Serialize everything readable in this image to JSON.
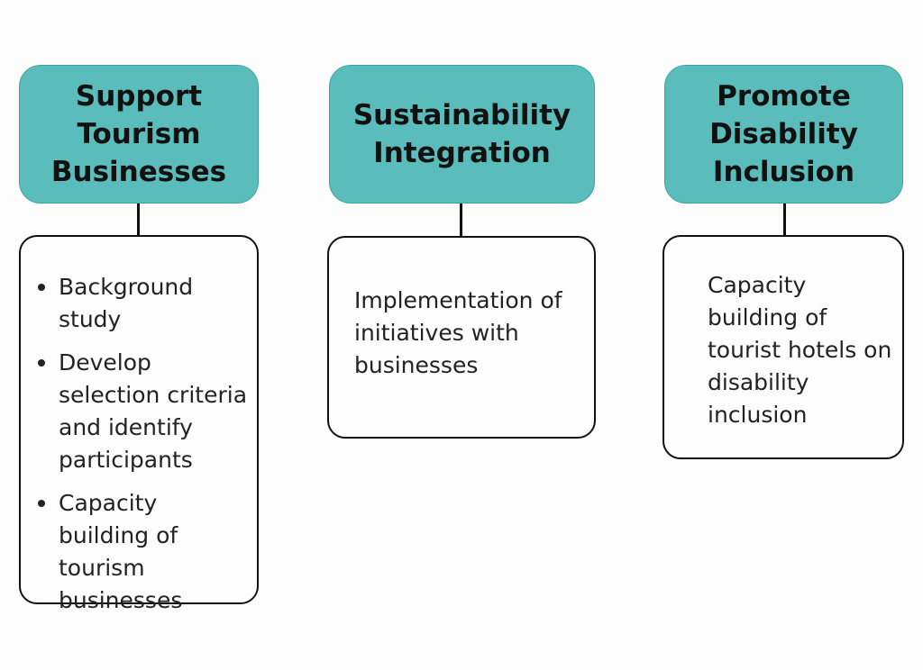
{
  "columns": [
    {
      "header": [
        "Support",
        "Tourism",
        "Businesses"
      ],
      "items": [
        "Background study",
        "Develop selection criteria and identify participants",
        "Capacity building of tourism businesses"
      ]
    },
    {
      "header": [
        "Sustainability",
        "Integration"
      ],
      "text": "Implementation of initiatives with businesses"
    },
    {
      "header": [
        "Promote",
        "Disability",
        "Inclusion"
      ],
      "text": "Capacity building of tourist hotels on disability inclusion"
    }
  ],
  "colors": {
    "header_fill": "#5bbcbc",
    "box_border": "#111111"
  }
}
